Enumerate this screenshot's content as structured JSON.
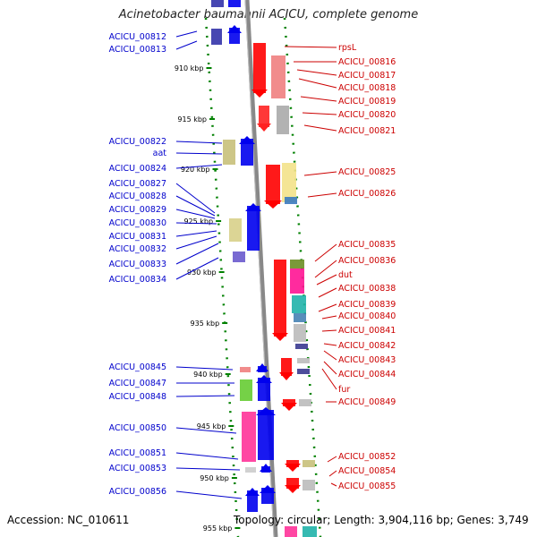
{
  "title": "Acinetobacter baumannii ACICU, complete genome",
  "accession": "Accession: NC_010611",
  "topology": "Topology: circular; Length: 3,904,116 bp; Genes: 3,749",
  "colors": {
    "left_labels": "#0000cc",
    "right_labels": "#cc0000",
    "backbone": "#888888",
    "ticks": "#008000"
  },
  "ticks": [
    "910 kbp",
    "915 kbp",
    "920 kbp",
    "925 kbp",
    "930 kbp",
    "935 kbp",
    "940 kbp",
    "945 kbp",
    "950 kbp",
    "955 kbp"
  ],
  "left_genes": [
    "ACICU_00812",
    "ACICU_00813",
    "ACICU_00822",
    "aat",
    "ACICU_00824",
    "ACICU_00827",
    "ACICU_00828",
    "ACICU_00829",
    "ACICU_00830",
    "ACICU_00831",
    "ACICU_00832",
    "ACICU_00833",
    "ACICU_00834",
    "ACICU_00845",
    "ACICU_00847",
    "ACICU_00848",
    "ACICU_00850",
    "ACICU_00851",
    "ACICU_00853",
    "ACICU_00856"
  ],
  "right_genes": [
    "rpsL",
    "ACICU_00816",
    "ACICU_00817",
    "ACICU_00818",
    "ACICU_00819",
    "ACICU_00820",
    "ACICU_00821",
    "ACICU_00825",
    "ACICU_00826",
    "ACICU_00835",
    "ACICU_00836",
    "dut",
    "ACICU_00838",
    "ACICU_00839",
    "ACICU_00840",
    "ACICU_00841",
    "ACICU_00842",
    "ACICU_00843",
    "ACICU_00844",
    "fur",
    "ACICU_00849",
    "ACICU_00852",
    "ACICU_00854",
    "ACICU_00855"
  ]
}
